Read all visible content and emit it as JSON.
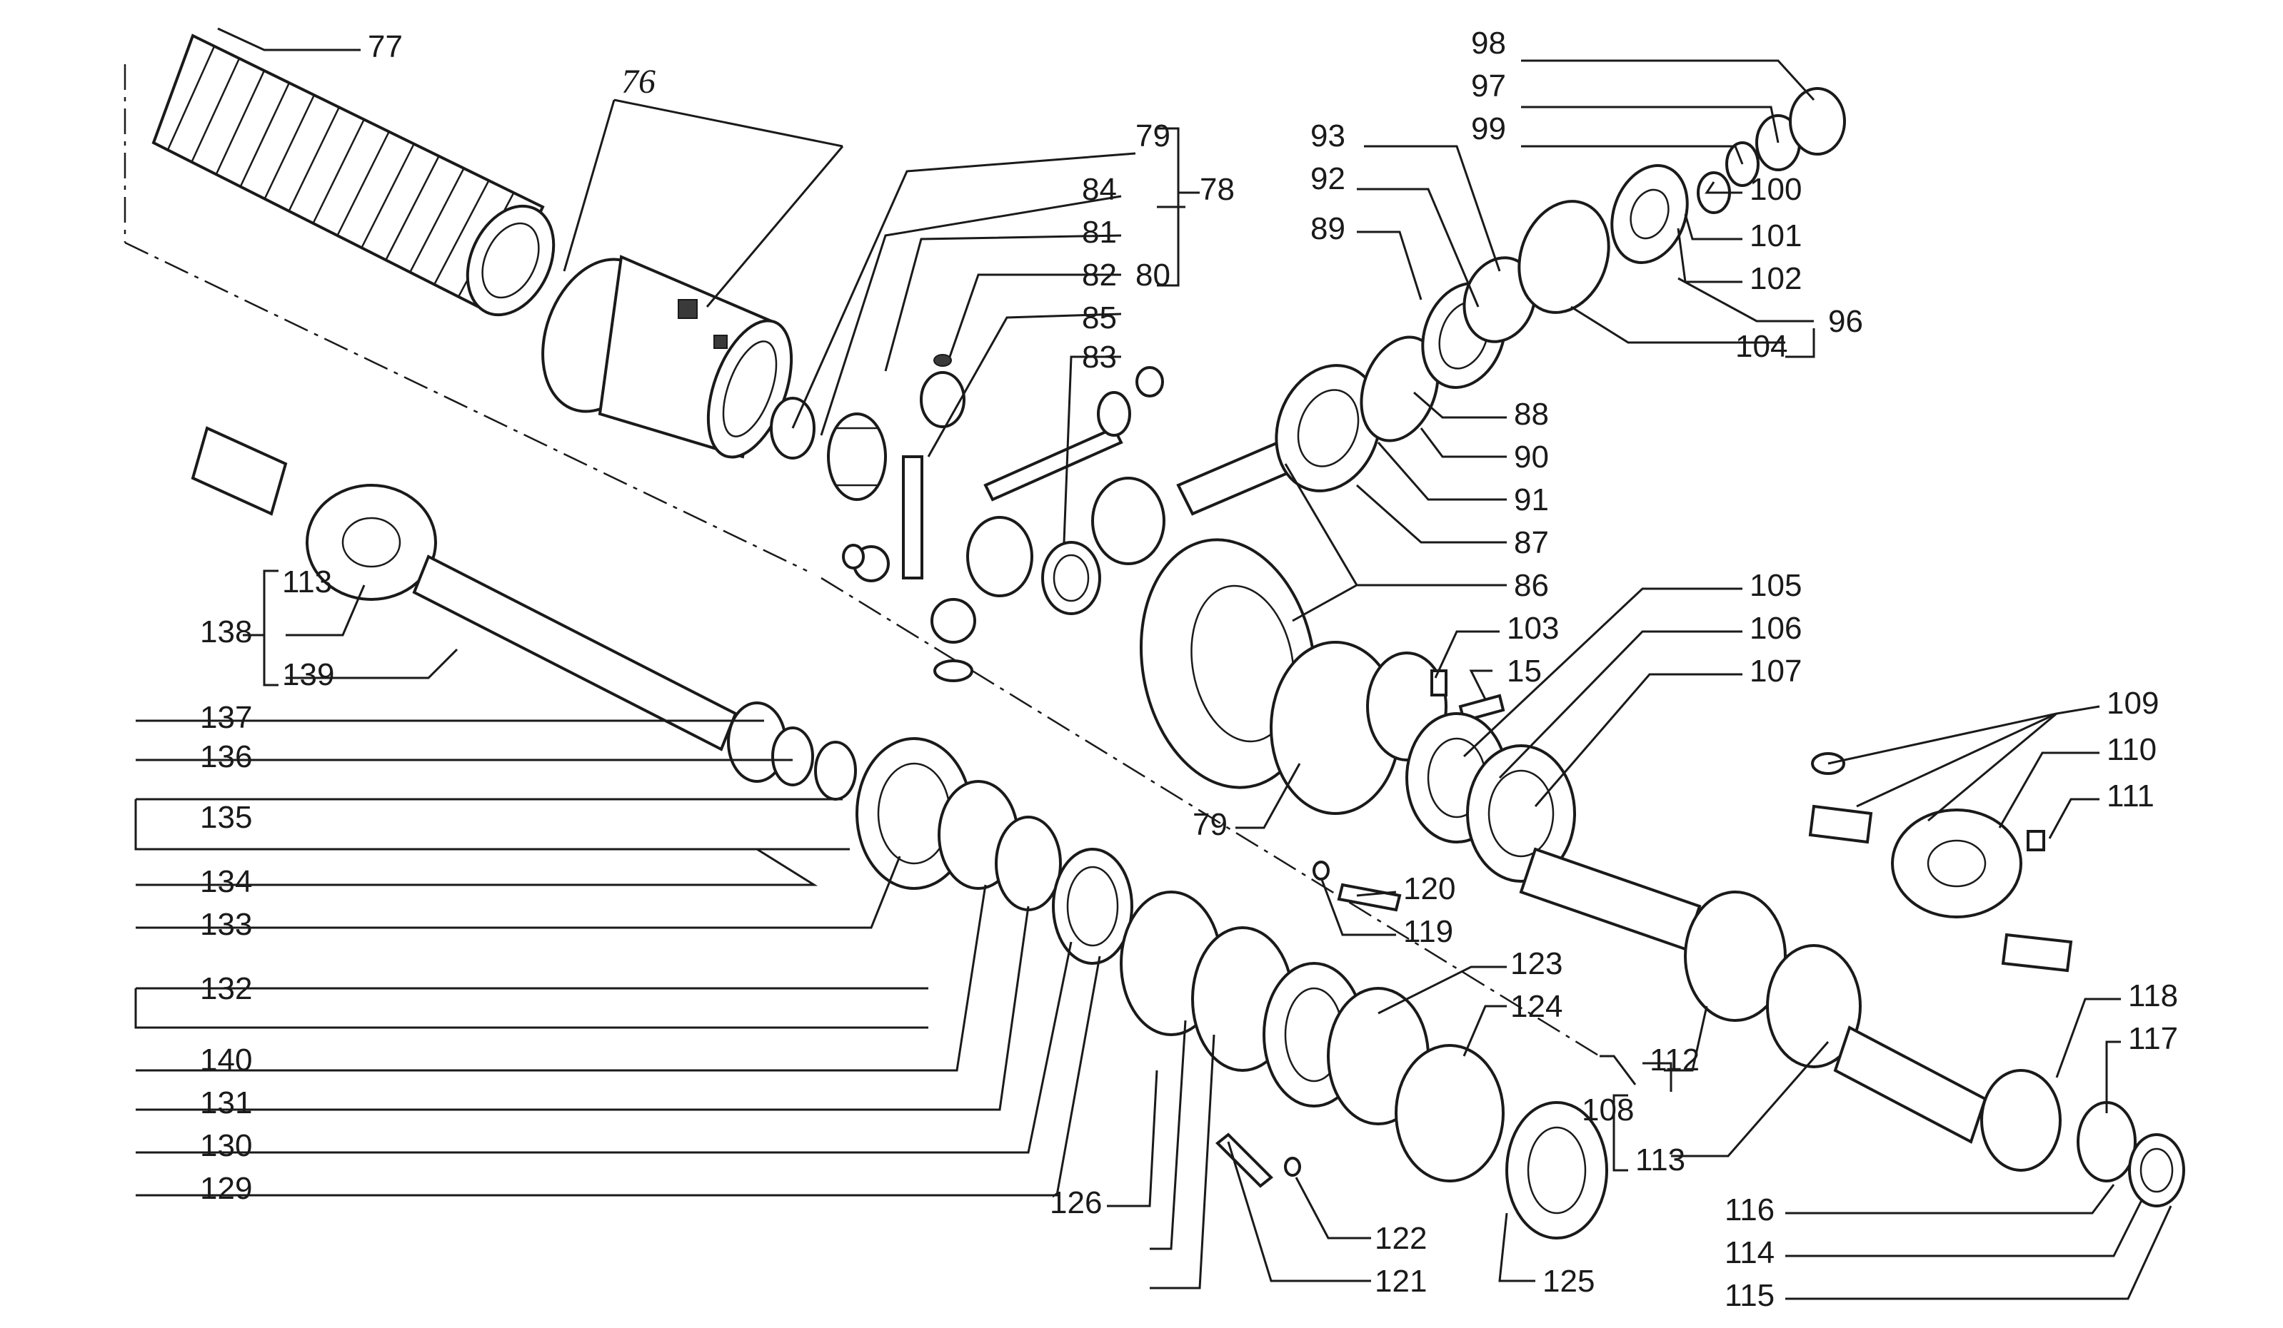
{
  "diagram": {
    "callouts": [
      {
        "id": "77",
        "text": "77"
      },
      {
        "id": "76",
        "text": "76"
      },
      {
        "id": "79a",
        "text": "79"
      },
      {
        "id": "78",
        "text": "78"
      },
      {
        "id": "84",
        "text": "84"
      },
      {
        "id": "81",
        "text": "81"
      },
      {
        "id": "82",
        "text": "82"
      },
      {
        "id": "80",
        "text": "80"
      },
      {
        "id": "85",
        "text": "85"
      },
      {
        "id": "83",
        "text": "83"
      },
      {
        "id": "98",
        "text": "98"
      },
      {
        "id": "97",
        "text": "97"
      },
      {
        "id": "99",
        "text": "99"
      },
      {
        "id": "93",
        "text": "93"
      },
      {
        "id": "92",
        "text": "92"
      },
      {
        "id": "89",
        "text": "89"
      },
      {
        "id": "100",
        "text": "100"
      },
      {
        "id": "101",
        "text": "101"
      },
      {
        "id": "102",
        "text": "102"
      },
      {
        "id": "96",
        "text": "96"
      },
      {
        "id": "104",
        "text": "104"
      },
      {
        "id": "88",
        "text": "88"
      },
      {
        "id": "90",
        "text": "90"
      },
      {
        "id": "91",
        "text": "91"
      },
      {
        "id": "87",
        "text": "87"
      },
      {
        "id": "86",
        "text": "86"
      },
      {
        "id": "105",
        "text": "105"
      },
      {
        "id": "106",
        "text": "106"
      },
      {
        "id": "107",
        "text": "107"
      },
      {
        "id": "103",
        "text": "103"
      },
      {
        "id": "15",
        "text": "15"
      },
      {
        "id": "109",
        "text": "109"
      },
      {
        "id": "110",
        "text": "110"
      },
      {
        "id": "111",
        "text": "111"
      },
      {
        "id": "79b",
        "text": "79"
      },
      {
        "id": "120",
        "text": "120"
      },
      {
        "id": "119",
        "text": "119"
      },
      {
        "id": "113a",
        "text": "113"
      },
      {
        "id": "138",
        "text": "138"
      },
      {
        "id": "139",
        "text": "139"
      },
      {
        "id": "137",
        "text": "137"
      },
      {
        "id": "136",
        "text": "136"
      },
      {
        "id": "135",
        "text": "135"
      },
      {
        "id": "134",
        "text": "134"
      },
      {
        "id": "133",
        "text": "133"
      },
      {
        "id": "132",
        "text": "132"
      },
      {
        "id": "140",
        "text": "140"
      },
      {
        "id": "131",
        "text": "131"
      },
      {
        "id": "130",
        "text": "130"
      },
      {
        "id": "129",
        "text": "129"
      },
      {
        "id": "123",
        "text": "123"
      },
      {
        "id": "124",
        "text": "124"
      },
      {
        "id": "108",
        "text": "108"
      },
      {
        "id": "112",
        "text": "112"
      },
      {
        "id": "113b",
        "text": "113"
      },
      {
        "id": "118",
        "text": "118"
      },
      {
        "id": "117",
        "text": "117"
      },
      {
        "id": "126",
        "text": "126"
      },
      {
        "id": "122",
        "text": "122"
      },
      {
        "id": "121",
        "text": "121"
      },
      {
        "id": "125",
        "text": "125"
      },
      {
        "id": "116",
        "text": "116"
      },
      {
        "id": "114",
        "text": "114"
      },
      {
        "id": "115",
        "text": "115"
      }
    ]
  }
}
